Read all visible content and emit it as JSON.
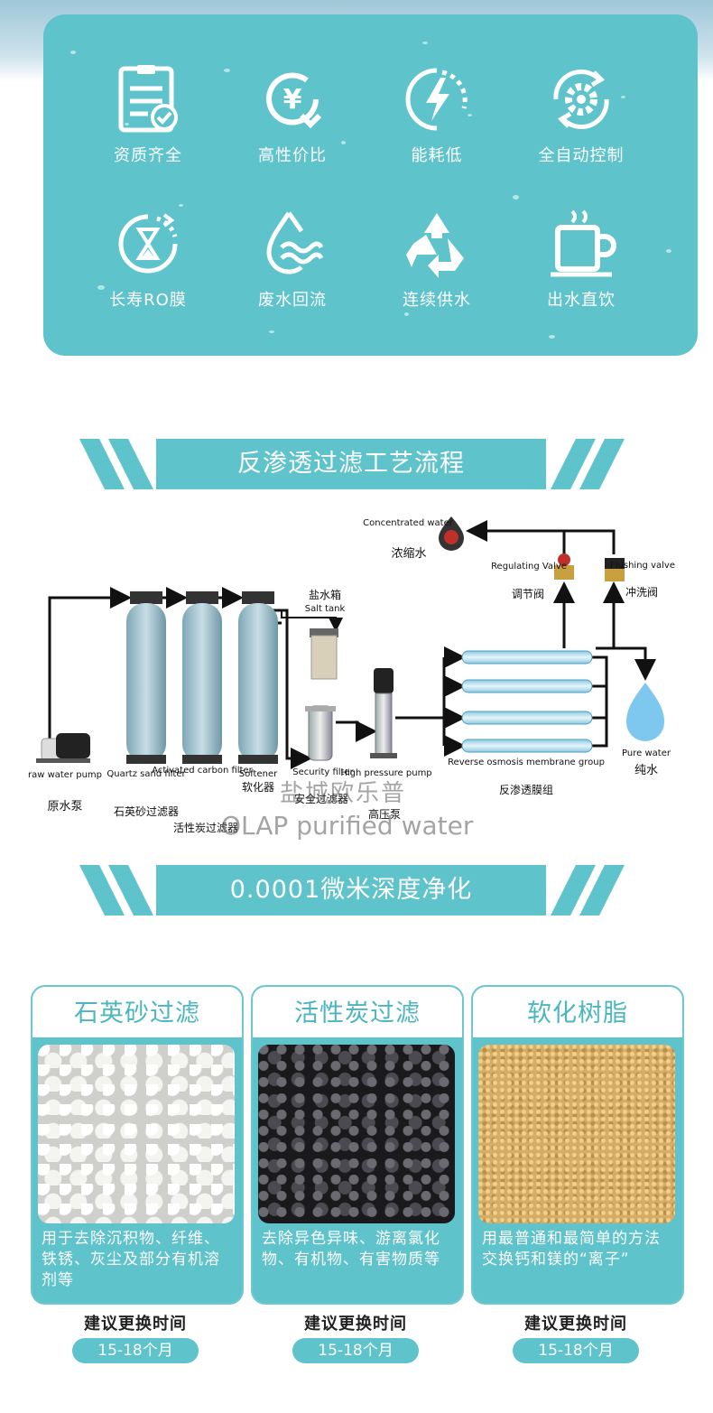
{
  "features": [
    {
      "label": "资质齐全",
      "icon": "certificate-icon"
    },
    {
      "label": "高性价比",
      "icon": "yen-cycle-icon"
    },
    {
      "label": "能耗低",
      "icon": "lightning-icon"
    },
    {
      "label": "全自动控制",
      "icon": "auto-gear-icon"
    },
    {
      "label": "长寿RO膜",
      "icon": "hourglass-icon"
    },
    {
      "label": "废水回流",
      "icon": "water-drop-wave-icon"
    },
    {
      "label": "连续供水",
      "icon": "recycle-icon"
    },
    {
      "label": "出水直饮",
      "icon": "cup-icon"
    }
  ],
  "process": {
    "title": "反渗透过滤工艺流程",
    "raw_pump_en": "raw water pump",
    "raw_pump_cn": "原水泵",
    "quartz_en": "Quartz sand filter",
    "quartz_cn": "石英砂过滤器",
    "carbon_en": "Activated carbon filter",
    "carbon_cn": "活性炭过滤器",
    "softener_en": "Softener",
    "softener_cn": "软化器",
    "salt_cn": "盐水箱",
    "salt_en": "Salt tank",
    "security_en": "Security filter",
    "security_cn": "安全过滤器",
    "hp_en": "High pressure pump",
    "hp_cn": "高压泵",
    "ro_en": "Reverse osmosis membrane group",
    "ro_cn": "反渗透膜组",
    "conc_en": "Concentrated water",
    "conc_cn": "浓缩水",
    "reg_en": "Regulating Valve",
    "reg_cn": "调节阀",
    "flush_en": "Flushing valve",
    "flush_cn": "冲洗阀",
    "pure_en": "Pure water",
    "pure_cn": "纯水",
    "watermark_cn": "盐城欧乐普",
    "watermark_en": "OLAP purified water"
  },
  "depth": {
    "title": "0.0001微米深度净化"
  },
  "media": [
    {
      "title": "石英砂过滤",
      "desc": "用于去除沉积物、纤维、铁锈、灰尘及部分有机溶剂等",
      "rec": "建议更换时间",
      "period": "15-18个月",
      "color": "#e8e8e4"
    },
    {
      "title": "活性炭过滤",
      "desc": "去除异色异味、游离氯化物、有机物、有害物质等",
      "rec": "建议更换时间",
      "period": "15-18个月",
      "color": "#2a2a2c"
    },
    {
      "title": "软化树脂",
      "desc": "用最普通和最简单的方法交换钙和镁的“离子”",
      "rec": "建议更换时间",
      "period": "15-18个月",
      "color": "#d9b46a"
    }
  ]
}
